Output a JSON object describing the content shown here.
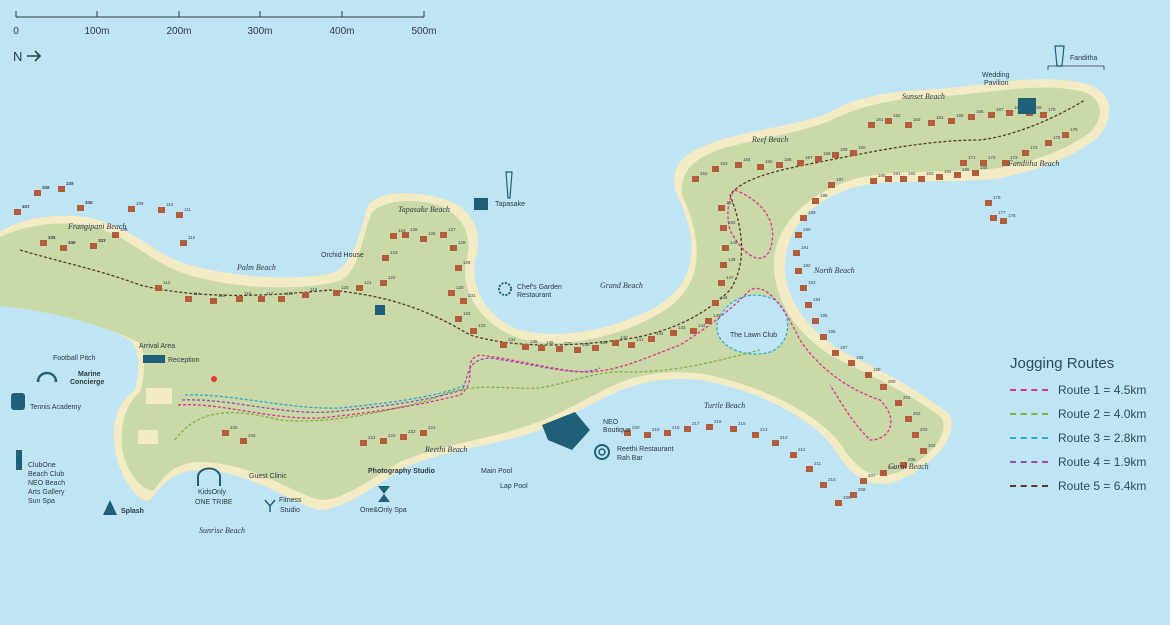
{
  "scale": {
    "ticks": [
      "0",
      "100m",
      "200m",
      "300m",
      "400m",
      "500m"
    ]
  },
  "north": {
    "label": "N"
  },
  "beaches": {
    "frangipani": "Frangipani Beach",
    "palm": "Palm Beach",
    "tapasake": "Tapasake Beach",
    "grand": "Grand Beach",
    "reef": "Reef Beach",
    "sunset": "Sunset Beach",
    "fanditha": "Fanditha Beach",
    "north": "North Beach",
    "turtle": "Turtle Beach",
    "coral": "Coral Beach",
    "reethi": "Reethi Beach",
    "sunrise": "Sunrise Beach"
  },
  "places": {
    "tapasake": "Tapasake",
    "orchid": "Orchid House",
    "chefs1": "Chef's Garden",
    "chefs2": "Restaurant",
    "lawn": "The Lawn Club",
    "wedding1": "Wedding",
    "wedding2": "Pavilion",
    "fanditha": "Fanditha",
    "arrival": "Arrival Area",
    "football": "Football Pitch",
    "reception": "Reception",
    "marine1": "Marine",
    "marine2": "Concierge",
    "tennis": "Tennis Academy",
    "clubone": [
      "ClubOne",
      "Beach Club",
      "NEO Beach",
      "Arts Gallery",
      "Sun Spa"
    ],
    "splash": "Splash",
    "kids1": "KidsOnly",
    "kids2": "ONE TRIBE",
    "clinic": "Guest Clinic",
    "fitness1": "Fitness",
    "fitness2": "Studio",
    "spa": "One&Only Spa",
    "photo": "Photography Studio",
    "mainpool": "Main Pool",
    "lappool": "Lap Pool",
    "neo1": "NEO",
    "neo2": "Boutique",
    "reethi1": "Reethi Restaurant",
    "reethi2": "Rah Bar"
  },
  "villas": [
    "101",
    "102",
    "103",
    "104",
    "105",
    "106",
    "107",
    "108",
    "109",
    "110",
    "111",
    "112",
    "113",
    "114",
    "115",
    "116",
    "117",
    "118",
    "119",
    "120",
    "121",
    "122",
    "123",
    "124",
    "125",
    "126",
    "127",
    "128",
    "129",
    "130",
    "131",
    "132",
    "133",
    "134",
    "135",
    "136",
    "137",
    "138",
    "139",
    "140",
    "141",
    "142",
    "143",
    "144",
    "145",
    "146",
    "147",
    "148",
    "149",
    "150",
    "151",
    "152",
    "153",
    "154",
    "155",
    "156",
    "157",
    "158",
    "159",
    "160",
    "161",
    "162",
    "163",
    "164",
    "165",
    "166",
    "167",
    "168",
    "169",
    "170",
    "171",
    "172",
    "173",
    "174",
    "175",
    "176",
    "177",
    "178",
    "179",
    "180",
    "181",
    "182",
    "183",
    "184",
    "185",
    "186",
    "187",
    "188",
    "189",
    "190",
    "191",
    "192",
    "193",
    "194",
    "195",
    "196",
    "197",
    "198",
    "199",
    "200",
    "201",
    "202",
    "203",
    "204",
    "205",
    "206",
    "207",
    "208",
    "209",
    "210",
    "211",
    "212",
    "213",
    "214",
    "215",
    "216",
    "217",
    "218",
    "219",
    "220",
    "221",
    "222",
    "223",
    "224",
    "225",
    "226",
    "227",
    "228",
    "229",
    "230",
    "231",
    "232",
    "233"
  ],
  "legend": {
    "title": "Jogging Routes",
    "routes": [
      {
        "label": "Route 1 = 4.5km",
        "color": "#e0338b"
      },
      {
        "label": "Route 2 = 4.0km",
        "color": "#7cb342"
      },
      {
        "label": "Route 3 = 2.8km",
        "color": "#29a9d6"
      },
      {
        "label": "Route 4 = 1.9km",
        "color": "#9b4fa8"
      },
      {
        "label": "Route 5 = 6.4km",
        "color": "#5a3a2a"
      }
    ]
  },
  "colors": {
    "sea": "#bfe4f3",
    "sand": "#f3ebc4",
    "land": "#c9d9a8",
    "villa": "#b35d3c",
    "building": "#1f5f78"
  }
}
